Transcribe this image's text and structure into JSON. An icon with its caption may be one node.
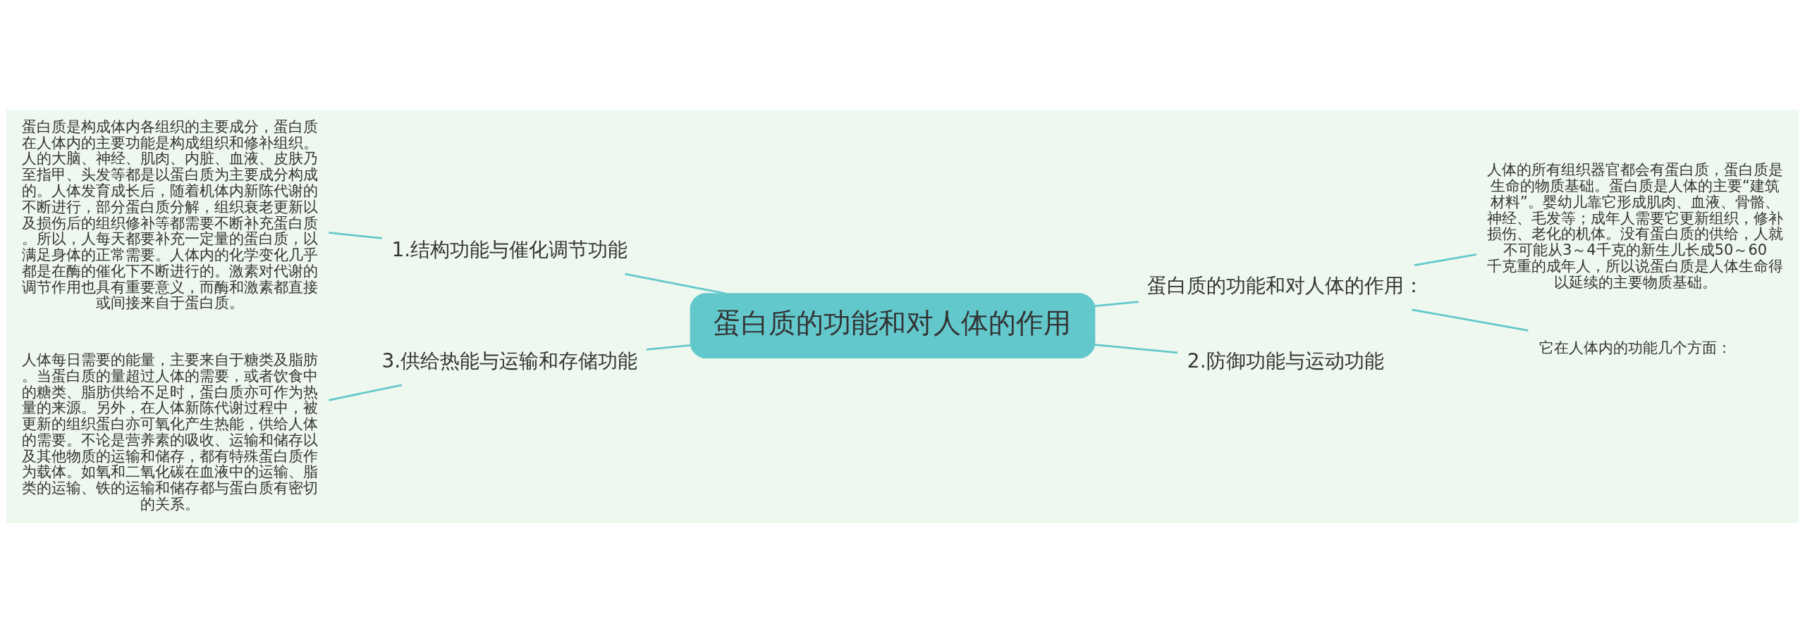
{
  "diagram": {
    "nodes": [
      {
        "text": [
          "蛋白质的功能和对人体的作用"
        ]
      },
      {
        "text": [
          "蛋白质的功能和对人体的作用："
        ]
      },
      {
        "text": [
          "人体的所有组织器官都会有蛋白质，蛋白质是生命的物质基础。蛋白质是人体的主要“建筑材料”。婴幼儿靠它形成肌肉、血液、骨骼、神经、毛发等；成年人需要它更新组织，修补损伤、老化的机体。没有蛋白质的供给，人就不可能从3～4千克的新生儿长成50～60千克重的成年人，所以说蛋白质是人体生命得以延续的主要物质基础。"
        ]
      },
      {
        "text": [
          "它在人体内的功能几个方面："
        ]
      },
      {
        "text": [
          "2.防御功能与运动功能"
        ]
      },
      {
        "text": [
          "1.结构功能与催化调节功能"
        ]
      },
      {
        "text": [
          "蛋白质是构成体内各组织的主要成分，蛋白质在人体内的主要功能是构成组织和修补组织。人的大脑、神经、肌肉、内脏、血液、皮肤乃至指甲、头发等都是以蛋白质为主要成分构成的。人体发育成长后，随着机体内新陈代谢的不断进行，部分蛋白质分解，组织衰老更新以及损伤后的组织修补等都需要不断补充蛋白质。所以，人每天都要补充一定量的蛋白质，以满足身体的正常需要。人体内的化学变化几乎都是在酶的催化下不断进行的。激素对代谢的调节作用也具有重要意义，而酶和激素都直接或间接来自于蛋白质。"
        ]
      },
      {
        "text": [
          "3.供给热能与运输和存储功能"
        ]
      },
      {
        "text": [
          "人体每日需要的能量，主要来自于糖类及脂肪。当蛋白质的量超过人体的需要，或者饮食中的糖类、脂肪供给不足时，蛋白质亦可作为热量的来源。另外，在人体新陈代谢过程中，被更新的组织蛋白亦可氧化产生热能，供给人体的需要。不论是营养素的吸收、运输和储存以及其他物质的运输和储存，都有特殊蛋白质作为载体。如氧和二氧化碳在血液中的运输、脂类的运输、铁的运输和储存都与蛋白质有密切的关系。"
        ]
      }
    ],
    "edges": [
      {
        "from": 0,
        "to": 1,
        "arrow": "none"
      },
      {
        "from": 1,
        "to": 2,
        "arrow": "none"
      },
      {
        "from": 1,
        "to": 3,
        "arrow": "none"
      },
      {
        "from": 0,
        "to": 4,
        "arrow": "none"
      },
      {
        "from": 0,
        "to": 5,
        "arrow": "none"
      },
      {
        "from": 5,
        "to": 6,
        "arrow": "none"
      },
      {
        "from": 0,
        "to": 7,
        "arrow": "none"
      },
      {
        "from": 7,
        "to": 8,
        "arrow": "none"
      }
    ]
  }
}
